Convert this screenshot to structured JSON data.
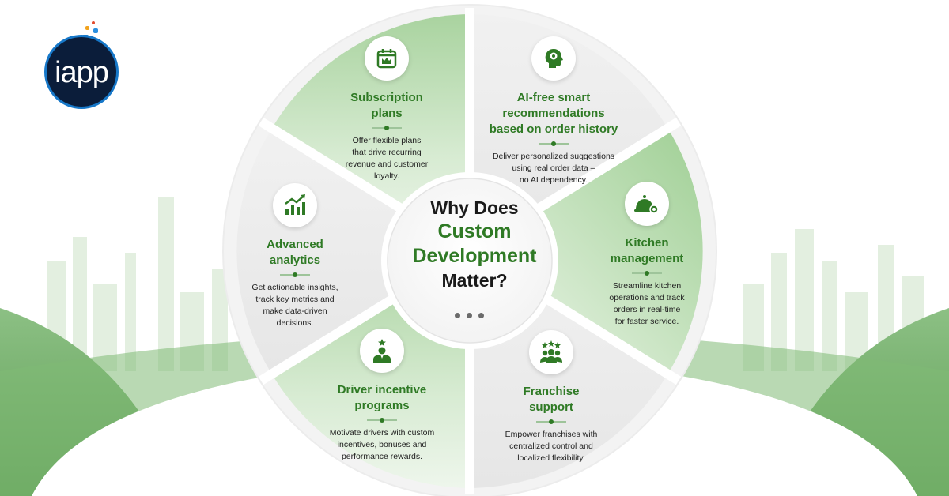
{
  "brand": {
    "logo_text": "iapp"
  },
  "center": {
    "line1": "Why Does",
    "line2": "Custom",
    "line3": "Development",
    "line4": "Matter?"
  },
  "segments": [
    {
      "icon": "calendar-crown-icon",
      "title1": "Subscription",
      "title2": "plans",
      "title3": "",
      "desc": [
        "Offer flexible plans",
        "that drive recurring",
        "revenue and customer",
        "loyalty."
      ]
    },
    {
      "icon": "head-gear-icon",
      "title1": "AI-free smart",
      "title2": "recommendations",
      "title3": "based on order history",
      "desc": [
        "Deliver personalized suggestions",
        "using real order data –",
        "no AI dependency."
      ]
    },
    {
      "icon": "cloche-gear-icon",
      "title1": "Kitchen",
      "title2": "management",
      "title3": "",
      "desc": [
        "Streamline kitchen",
        "operations and track",
        "orders in real-time",
        "for faster service."
      ]
    },
    {
      "icon": "team-stars-icon",
      "title1": "Franchise",
      "title2": "support",
      "title3": "",
      "desc": [
        "Empower franchises with",
        "centralized control and",
        "localized flexibility."
      ]
    },
    {
      "icon": "driver-star-icon",
      "title1": "Driver incentive",
      "title2": "programs",
      "title3": "",
      "desc": [
        "Motivate drivers with custom",
        "incentives, bonuses and",
        "performance rewards."
      ]
    },
    {
      "icon": "bar-chart-icon",
      "title1": "Advanced",
      "title2": "analytics",
      "title3": "",
      "desc": [
        "Get actionable insights,",
        "track key metrics and",
        "make data-driven",
        "decisions."
      ]
    }
  ],
  "colors": {
    "primary_green": "#2f7a25",
    "light_green": "#8cc084",
    "logo_bg": "#0b1d3a",
    "logo_ring": "#1778c9"
  }
}
